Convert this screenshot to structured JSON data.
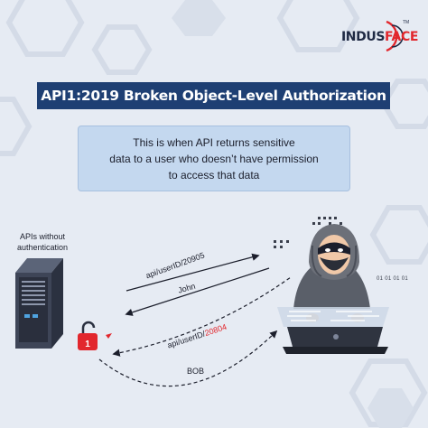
{
  "logo": {
    "brand_part1": "INDUS",
    "brand_part2": "FACE",
    "trademark": "TM",
    "colors": {
      "dark": "#1f2a44",
      "accent": "#e2272d"
    }
  },
  "title": "API1:2019 Broken Object-Level Authorization",
  "description": {
    "lines": [
      "This is when API returns sensitive",
      "data to a user who doesn’t have permission",
      "to access that data"
    ]
  },
  "server": {
    "label_lines": [
      "APIs without",
      "authentication"
    ],
    "icon": "server-icon"
  },
  "lock_icon": "unlocked-padlock-icon",
  "hacker_icon": "hacker-at-laptop-icon",
  "edges": {
    "request_1": "api/userID/20905",
    "response_1": "John",
    "request_2_prefix": "api/userID/",
    "request_2_highlight": "20804",
    "response_2": "BOB"
  },
  "binary_text": "01 01 01 01",
  "colors": {
    "background": "#e6ebf3",
    "title_bar": "#1e3f73",
    "info_box": "#c4d8ef",
    "highlight_red": "#e2272d"
  }
}
